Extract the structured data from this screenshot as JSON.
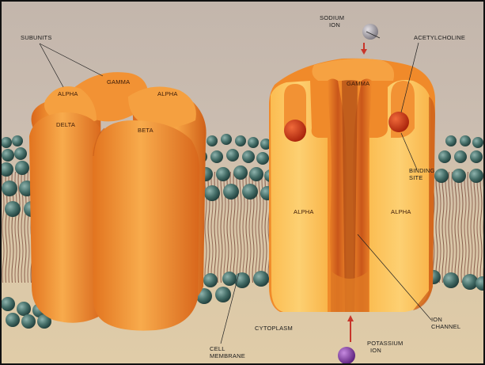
{
  "labels": {
    "subunits": "SUBUNITS",
    "gamma_left": "GAMMA",
    "alpha_left_1": "ALPHA",
    "alpha_left_2": "ALPHA",
    "delta": "DELTA",
    "beta": "BETA",
    "sodium_ion_line1": "SODIUM",
    "sodium_ion_line2": "ION",
    "acetylcholine": "ACETYLCHOLINE",
    "gamma_right": "GAMMA",
    "binding_site_line1": "BINDING",
    "binding_site_line2": "SITE",
    "alpha_right_1": "ALPHA",
    "alpha_right_2": "ALPHA",
    "ion_channel_line1": "ION",
    "ion_channel_line2": "CHANNEL",
    "cytoplasm": "CYTOPLASM",
    "cell_membrane_line1": "CELL",
    "cell_membrane_line2": "MEMBRANE",
    "potassium_ion_line1": "POTASSIUM",
    "potassium_ion_line2": "ION"
  },
  "colors": {
    "background_top": "#c7b9ad",
    "background_bottom": "#dcc8a6",
    "membrane_head": "#3f6b66",
    "receptor_orange": "#f08a2a",
    "receptor_cut": "#fbc35a",
    "acetylcholine": "#c8330f",
    "sodium_ion": "#a6a3a6",
    "potassium_ion": "#7a3a9a",
    "arrow_red": "#c8352a"
  }
}
